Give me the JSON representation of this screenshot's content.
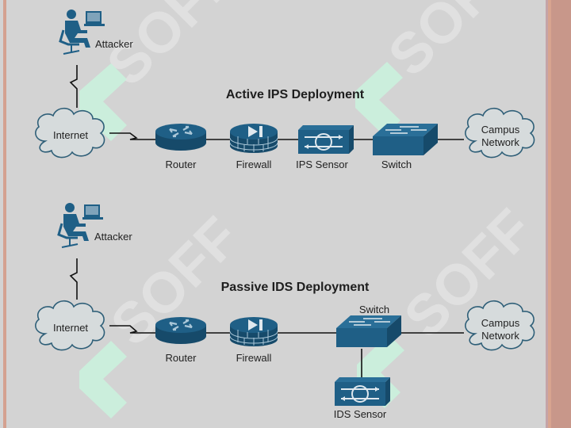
{
  "colors": {
    "device": "#1f5f86",
    "device_dark": "#164a6a",
    "background": "#d3d3d3",
    "cloud_stroke": "#2f5f78",
    "watermark_green": "#c9f2dd",
    "watermark_gray": "#e0e0e0"
  },
  "watermark": {
    "text": "SOFF"
  },
  "active": {
    "title": "Active IPS Deployment",
    "attacker": "Attacker",
    "internet": "Internet",
    "router": "Router",
    "firewall": "Firewall",
    "sensor": "IPS Sensor",
    "switch": "Switch",
    "campus_line1": "Campus",
    "campus_line2": "Network"
  },
  "passive": {
    "title": "Passive IDS Deployment",
    "attacker": "Attacker",
    "internet": "Internet",
    "router": "Router",
    "firewall": "Firewall",
    "switch": "Switch",
    "sensor": "IDS Sensor",
    "campus_line1": "Campus",
    "campus_line2": "Network"
  }
}
